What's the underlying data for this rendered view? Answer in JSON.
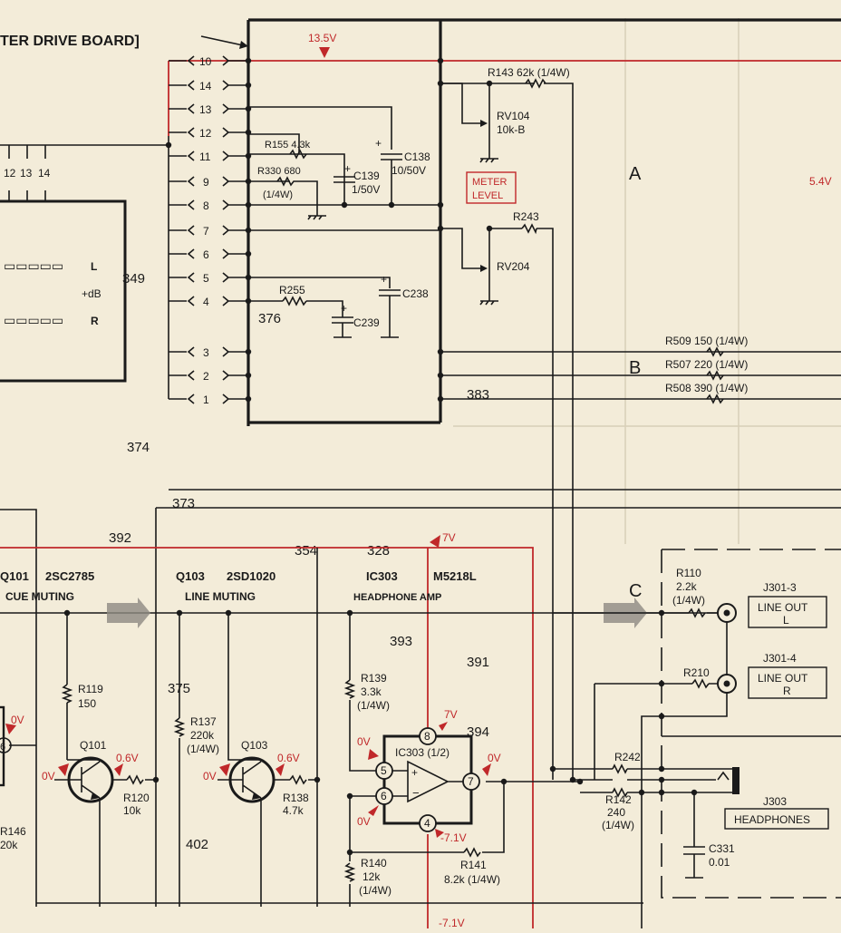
{
  "board_title": "TER DRIVE BOARD]",
  "connector_pins": [
    "10",
    "14",
    "13",
    "12",
    "11",
    "9",
    "8",
    "7",
    "6",
    "5",
    "4",
    "3",
    "2",
    "1"
  ],
  "board_pins": [
    "12",
    "13",
    "14"
  ],
  "display": {
    "left_label": "L",
    "right_label": "R",
    "db_label": "+dB"
  },
  "voltages": {
    "v13_5": "13.5V",
    "v5_4": "5.4V",
    "v7": "7V",
    "v7_pin8": "7V",
    "q101_b": "0V",
    "q101_e": "0V",
    "q101_c": "0.6V",
    "q103_b": "0V",
    "q103_e": "0V",
    "q103_c": "0.6V",
    "ic_in_plus": "0V",
    "ic_in_minus": "0V",
    "ic_out": "0V",
    "ic_neg": "-7.1V",
    "neg_rail": "-7.1V"
  },
  "components": {
    "r143": "R143  62k (1/4W)",
    "rv104": "RV104",
    "rv104_val": "10k-B",
    "meter_level_1": "METER",
    "meter_level_2": "LEVEL",
    "r155": "R155  4.3k",
    "r330": "R330  680",
    "r330_w": "(1/4W)",
    "c138": "C138",
    "c138_val": "10/50V",
    "c139": "C139",
    "c139_val": "1/50V",
    "r243": "R243",
    "rv204": "RV204",
    "r255": "R255",
    "c238": "C238",
    "c239": "C239",
    "r509": "R509  150  (1/4W)",
    "r507": "R507  220  (1/4W)",
    "r508": "R508  390  (1/4W)",
    "q101_name": "Q101",
    "q101_type": "2SC2785",
    "q101_func": "CUE   MUTING",
    "q103_name": "Q103",
    "q103_type": "2SD1020",
    "q103_func": "LINE  MUTING",
    "ic303_name": "IC303",
    "ic303_type": "M5218L",
    "ic303_func": "HEADPHONE  AMP",
    "ic303_half": "IC303 (1/2)",
    "r119": "R119",
    "r119_val": "150",
    "q101": "Q101",
    "r120": "R120",
    "r120_val": "10k",
    "r146": "R146",
    "r146_val": "20k",
    "r137": "R137",
    "r137_val": "220k",
    "r137_w": "(1/4W)",
    "q103": "Q103",
    "r138": "R138",
    "r138_val": "4.7k",
    "r139": "R139",
    "r139_val": "3.3k",
    "r139_w": "(1/4W)",
    "r140": "R140",
    "r140_val": "12k",
    "r140_w": "(1/4W)",
    "r141": "R141",
    "r141_val": "8.2k (1/4W)",
    "r110": "R110",
    "r110_val": "2.2k",
    "r110_w": "(1/4W)",
    "r210": "R210",
    "r242": "R242",
    "r142": "R142",
    "r142_val": "240",
    "r142_w": "(1/4W)",
    "c331": "C331",
    "c331_val": "0.01",
    "j301_3": "J301-3",
    "lineout_l_1": "LINE OUT",
    "lineout_l_2": "L",
    "j301_4": "J301-4",
    "lineout_r_1": "LINE OUT",
    "lineout_r_2": "R",
    "j303": "J303",
    "headphones": "HEADPHONES",
    "pin5": "5",
    "pin6": "6",
    "pin7": "7",
    "pin8": "8",
    "pin4": "4",
    "pin6_left": "6"
  },
  "bg_marks": [
    "A",
    "B",
    "C",
    "349",
    "374",
    "376",
    "383",
    "373",
    "392",
    "375",
    "393",
    "391",
    "394",
    "402",
    "354",
    "328"
  ],
  "colors": {
    "paper": "#f3ecd9",
    "ink": "#1a1a1a",
    "red": "#c0282a",
    "ghost": "#d8cfb8"
  }
}
